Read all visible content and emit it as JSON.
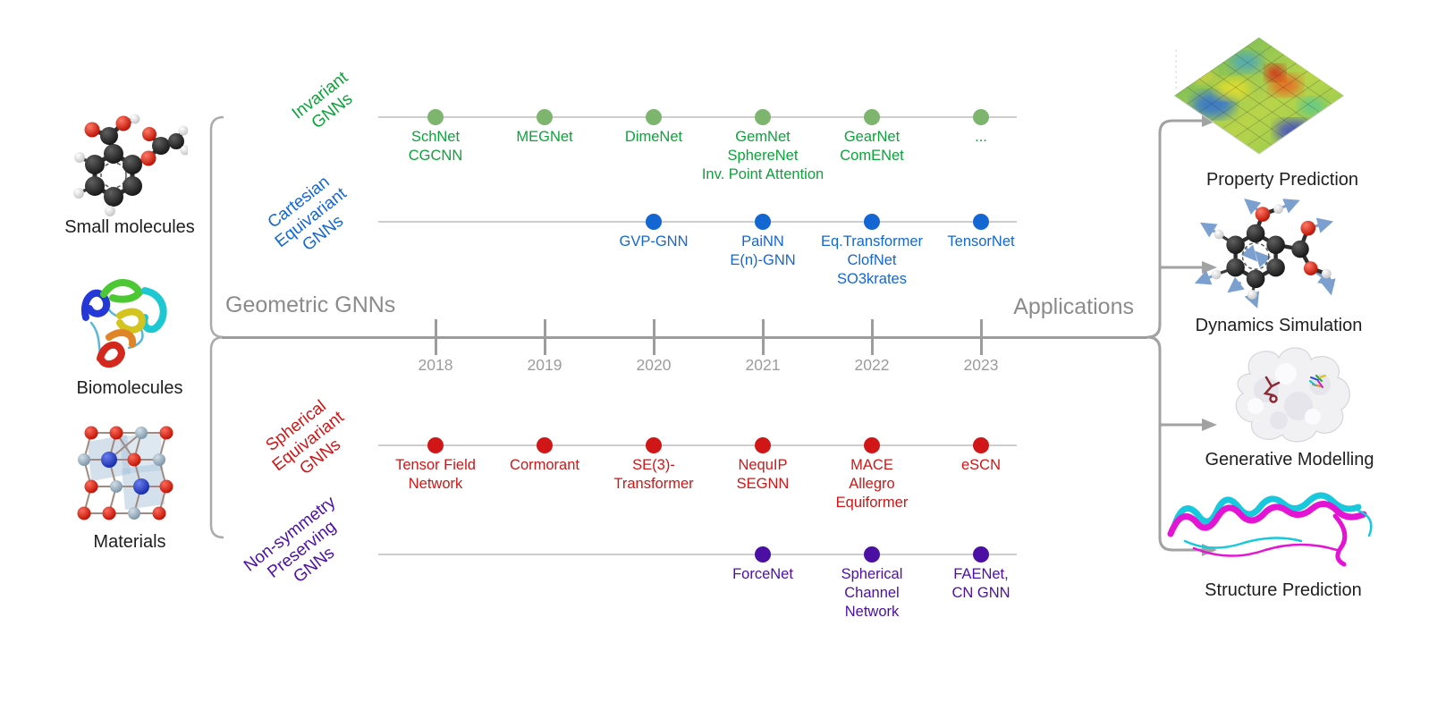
{
  "header": {
    "left_title": "Geometric GNNs",
    "right_title": "Applications"
  },
  "inputs": {
    "items": [
      {
        "label": "Small molecules",
        "icon": "aspirin-molecule-3d"
      },
      {
        "label": "Biomolecules",
        "icon": "protein-ribbon-3d"
      },
      {
        "label": "Materials",
        "icon": "crystal-lattice-3d"
      }
    ]
  },
  "timeline": {
    "years": [
      "2018",
      "2019",
      "2020",
      "2021",
      "2022",
      "2023"
    ],
    "tracks": [
      {
        "name": "Invariant GNNs",
        "label_lines": [
          "Invariant",
          "GNNs"
        ],
        "text_color": "#0ca33a",
        "dot_color": "#7db46e",
        "entries": [
          {
            "year": "2018",
            "lines": [
              "SchNet",
              "CGCNN"
            ]
          },
          {
            "year": "2019",
            "lines": [
              "MEGNet"
            ]
          },
          {
            "year": "2020",
            "lines": [
              "DimeNet"
            ]
          },
          {
            "year": "2021",
            "lines": [
              "GemNet",
              "SphereNet",
              "Inv. Point Attention"
            ]
          },
          {
            "year": "2022",
            "lines": [
              "GearNet",
              "ComENet"
            ]
          },
          {
            "year": "2023",
            "lines": [
              "..."
            ]
          }
        ]
      },
      {
        "name": "Cartesian Equivariant GNNs",
        "label_lines": [
          "Cartesian",
          "Equivariant",
          "GNNs"
        ],
        "text_color": "#1467d2",
        "dot_color": "#1467d2",
        "entries": [
          {
            "year": "2020",
            "lines": [
              "GVP-GNN"
            ]
          },
          {
            "year": "2021",
            "lines": [
              "PaiNN",
              "E(n)-GNN"
            ]
          },
          {
            "year": "2022",
            "lines": [
              "Eq.Transformer",
              "ClofNet",
              "SO3krates"
            ]
          },
          {
            "year": "2023",
            "lines": [
              "TensorNet"
            ]
          }
        ]
      },
      {
        "name": "Spherical Equivariant GNNs",
        "label_lines": [
          "Spherical",
          "Equivariant",
          "GNNs"
        ],
        "text_color": "#d01616",
        "dot_color": "#d01616",
        "entries": [
          {
            "year": "2018",
            "lines": [
              "Tensor Field",
              "Network"
            ]
          },
          {
            "year": "2019",
            "lines": [
              "Cormorant"
            ]
          },
          {
            "year": "2020",
            "lines": [
              "SE(3)-",
              "Transformer"
            ]
          },
          {
            "year": "2021",
            "lines": [
              "NequIP",
              "SEGNN"
            ]
          },
          {
            "year": "2022",
            "lines": [
              "MACE",
              "Allegro",
              "Equiformer"
            ]
          },
          {
            "year": "2023",
            "lines": [
              "eSCN"
            ]
          }
        ]
      },
      {
        "name": "Non-symmetry Preserving GNNs",
        "label_lines": [
          "Non-symmetry",
          "Preserving",
          "GNNs"
        ],
        "text_color": "#4c0fa4",
        "dot_color": "#4c0fa4",
        "entries": [
          {
            "year": "2021",
            "lines": [
              "ForceNet"
            ]
          },
          {
            "year": "2022",
            "lines": [
              "Spherical",
              "Channel",
              "Network"
            ]
          },
          {
            "year": "2023",
            "lines": [
              "FAENet,",
              "CN GNN"
            ]
          }
        ]
      }
    ]
  },
  "applications": {
    "items": [
      {
        "label": "Property Prediction",
        "icon": "energy-surface-plot"
      },
      {
        "label": "Dynamics Simulation",
        "icon": "molecule-forces-3d"
      },
      {
        "label": "Generative Modelling",
        "icon": "protein-surface-ligand"
      },
      {
        "label": "Structure Prediction",
        "icon": "protein-superposition"
      }
    ]
  },
  "palette": {
    "axis_gray": "#9c9c9c",
    "track_gray": "#cdcdcd",
    "header_gray": "#8b8b8b",
    "bracket_gray": "#ababab",
    "green_text": "#0ca33a",
    "green_dot": "#7db46e",
    "blue": "#1467d2",
    "red": "#d01616",
    "purple": "#4c0fa4",
    "black_text": "#1e1e1e"
  }
}
